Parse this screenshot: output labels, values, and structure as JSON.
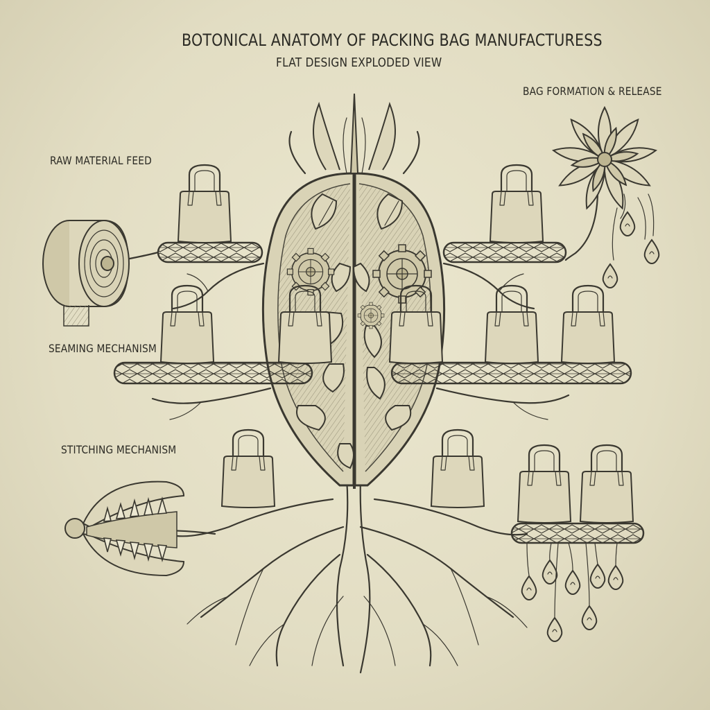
{
  "title": "BOTONICAL ANATOMY OF PACKING BAG MANUFACTURESS",
  "subtitle": "FLAT DESIGN EXPLODED VIEW",
  "labels": {
    "raw_material_feed": "RAW MATERIAL FEED",
    "bag_formation_release": "BAG FORMATION & RELEASE",
    "seaming_mechanism": "SEAMING MECHANISM",
    "stitching_mechanism": "STITCHING MECHANISM"
  },
  "colors": {
    "paper": "#e4dfc7",
    "ink": "#3a3830",
    "shade": "#cfc8a8"
  },
  "icons": {
    "feed": "fabric-roll-icon",
    "release": "flower-icon",
    "stitching": "flytrap-icon",
    "gears": "gear-icon",
    "bags": "shopping-bag-icon"
  }
}
